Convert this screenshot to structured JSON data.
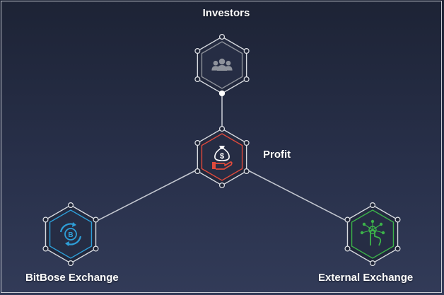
{
  "nodes": {
    "investors": {
      "label": "Investors",
      "icon": "people-group-icon",
      "color": "#8e929b"
    },
    "profit": {
      "label": "Profit",
      "icon": "money-bag-hand-icon",
      "color": "#e04a3c"
    },
    "bitbose": {
      "label": "BitBose Exchange",
      "icon": "bitcoin-exchange-icon",
      "color": "#2e9fd8"
    },
    "external": {
      "label": "External Exchange",
      "icon": "touch-network-icon",
      "color": "#3cb34a"
    }
  },
  "edges": [
    {
      "from": "investors",
      "to": "profit"
    },
    {
      "from": "profit",
      "to": "bitbose"
    },
    {
      "from": "profit",
      "to": "external"
    }
  ]
}
